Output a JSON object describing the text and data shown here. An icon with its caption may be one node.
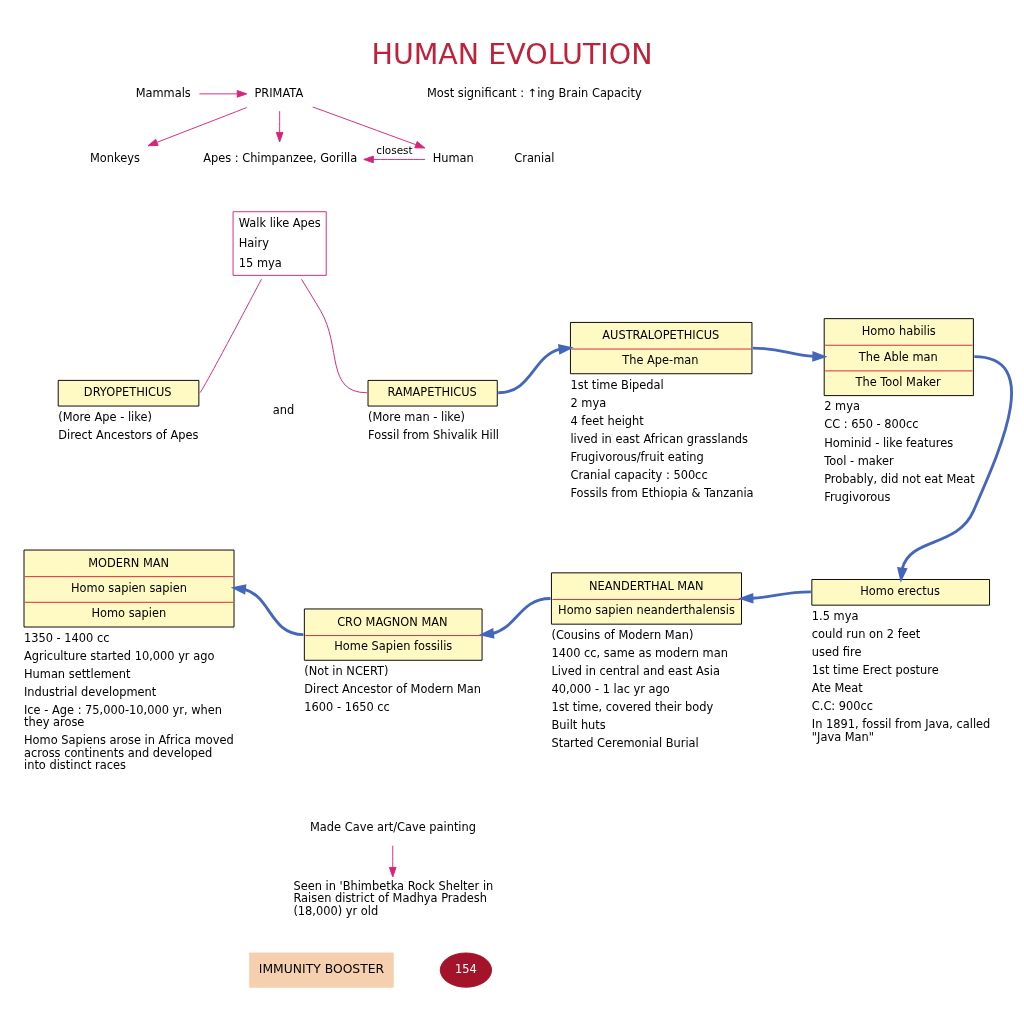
{
  "diagram": {
    "title": "HUMAN EVOLUTION",
    "nodes": [
      {
        "text": [
          "Mammals"
        ]
      },
      {
        "text": [
          "PRIMATA"
        ]
      },
      {
        "text": [
          "Monkeys"
        ]
      },
      {
        "text": [
          "Apes : Chimpanzee, Gorilla"
        ]
      },
      {
        "text": [
          "Human"
        ]
      },
      {
        "text": [
          "Walk like Apes",
          "Hairy",
          "15 mya"
        ]
      },
      {
        "text": [
          "DRYOPETHICUS"
        ],
        "beside": [
          "(More Ape - like)",
          "Direct Ancestors of Apes"
        ]
      },
      {
        "text": [
          "RAMAPETHICUS"
        ],
        "beside": [
          "(More man - like)",
          "Fossil from Shivalik Hill"
        ]
      },
      {
        "text": [
          "AUSTRALOPETHICUS",
          "The Ape-man"
        ],
        "beside": [
          "1st time Bipedal",
          "2 mya",
          "4 feet height",
          "lived in east African grasslands",
          "Frugivorous/fruit eating",
          "Cranial capacity : 500cc",
          "Fossils from Ethiopia & Tanzania"
        ]
      },
      {
        "text": [
          "Homo habilis",
          "The Able man",
          "The Tool Maker"
        ],
        "beside": [
          "2 mya",
          "CC : 650 - 800cc",
          "Hominid - like features",
          "Tool - maker",
          "Probably, did not eat Meat",
          "Frugivorous"
        ]
      },
      {
        "text": [
          "Homo erectus"
        ],
        "beside": [
          "1.5 mya",
          "could run on 2 feet",
          "used fire",
          "1st time Erect posture",
          "Ate Meat",
          "C.C: 900cc",
          "In 1891, fossil from Java, called \"Java Man\""
        ]
      },
      {
        "text": [
          "NEANDERTHAL MAN",
          "Homo sapien neanderthalensis"
        ],
        "beside": [
          "(Cousins of Modern Man)",
          "1400 cc, same as modern man",
          "Lived in central and east Asia",
          "40,000 - 1 lac yr ago",
          "1st time, covered their body",
          "Built huts",
          "Started Ceremonial Burial"
        ]
      },
      {
        "text": [
          "CRO MAGNON MAN",
          "Home Sapien fossilis"
        ],
        "beside": [
          "(Not in NCERT)",
          "Direct Ancestor of Modern Man",
          "1600 - 1650 cc"
        ]
      },
      {
        "text": [
          "Made Cave art/Cave painting"
        ]
      },
      {
        "text": [
          "Seen in 'Bhimbetka Rock Shelter in Raisen district of Madhya Pradesh (18,000) yr old"
        ]
      },
      {
        "text": [
          "MODERN MAN",
          "Homo sapien sapien",
          "Homo sapien"
        ],
        "beside": [
          "1350 - 1400 cc",
          "Agriculture started 10,000 yr ago",
          "Human settlement",
          "Industrial development",
          "Ice - Age : 75,000-10,000 yr, when they arose",
          "Homo Sapiens arose in Africa moved across continents and developed into distinct races"
        ]
      }
    ],
    "edges": [
      {
        "from": 0,
        "to": 1,
        "arrow": "to"
      },
      {
        "from": 1,
        "to": 2,
        "arrow": "to"
      },
      {
        "from": 1,
        "to": 3,
        "arrow": "to"
      },
      {
        "from": 1,
        "to": 4,
        "arrow": "to"
      },
      {
        "from": 4,
        "to": 3,
        "arrow": "to",
        "label": "closest"
      },
      {
        "from": 5,
        "to": 6,
        "arrow": "none"
      },
      {
        "from": 5,
        "to": 7,
        "arrow": "none"
      },
      {
        "from": 7,
        "to": 8,
        "arrow": "to",
        "style": "thick",
        "color": "#4466bb"
      },
      {
        "from": 8,
        "to": 9,
        "arrow": "to",
        "style": "thick",
        "color": "#4466bb"
      },
      {
        "from": 9,
        "to": 10,
        "arrow": "to",
        "style": "thick",
        "color": "#4466bb"
      },
      {
        "from": 10,
        "to": 11,
        "arrow": "to",
        "style": "thick",
        "color": "#4466bb"
      },
      {
        "from": 11,
        "to": 12,
        "arrow": "to",
        "style": "thick",
        "color": "#4466bb"
      },
      {
        "from": 12,
        "to": 15,
        "arrow": "to",
        "style": "thick",
        "color": "#4466bb"
      },
      {
        "from": 13,
        "to": 14,
        "arrow": "to"
      }
    ],
    "labels": [
      "Most significant : ↑ing Brain Capacity",
      "Cranial",
      "and",
      "IMMUNITY BOOSTER",
      "154"
    ]
  }
}
